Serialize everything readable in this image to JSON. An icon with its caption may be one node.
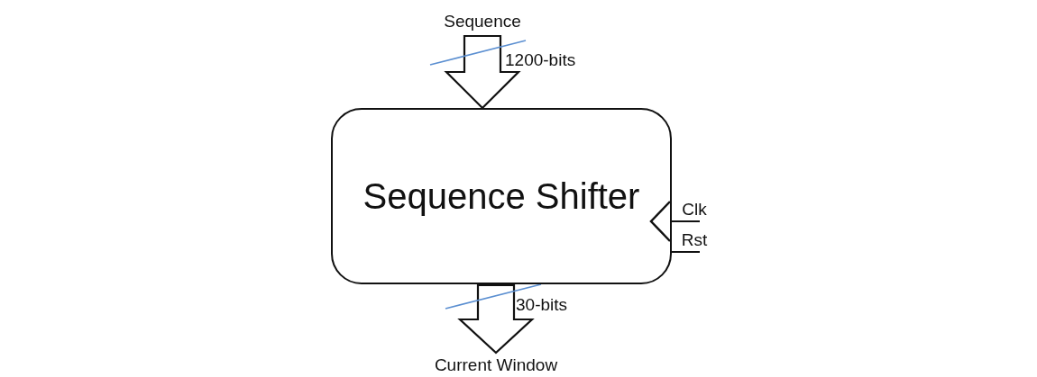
{
  "diagram": {
    "nodes": [
      {
        "text": [
          "Sequence"
        ]
      },
      {
        "text": [
          "Sequence Shifter"
        ]
      },
      {
        "text": [
          "Current Window"
        ]
      },
      {
        "text": [
          "Clk"
        ]
      },
      {
        "text": [
          "Rst"
        ]
      }
    ],
    "edges": [
      {
        "from": 0,
        "to": 1,
        "arrow": "to",
        "label": "1200-bits",
        "style": "thick"
      },
      {
        "from": 1,
        "to": 2,
        "arrow": "to",
        "label": "30-bits",
        "style": "thick"
      },
      {
        "from": 3,
        "to": 1,
        "arrow": "none"
      },
      {
        "from": 4,
        "to": 1,
        "arrow": "none"
      }
    ]
  }
}
